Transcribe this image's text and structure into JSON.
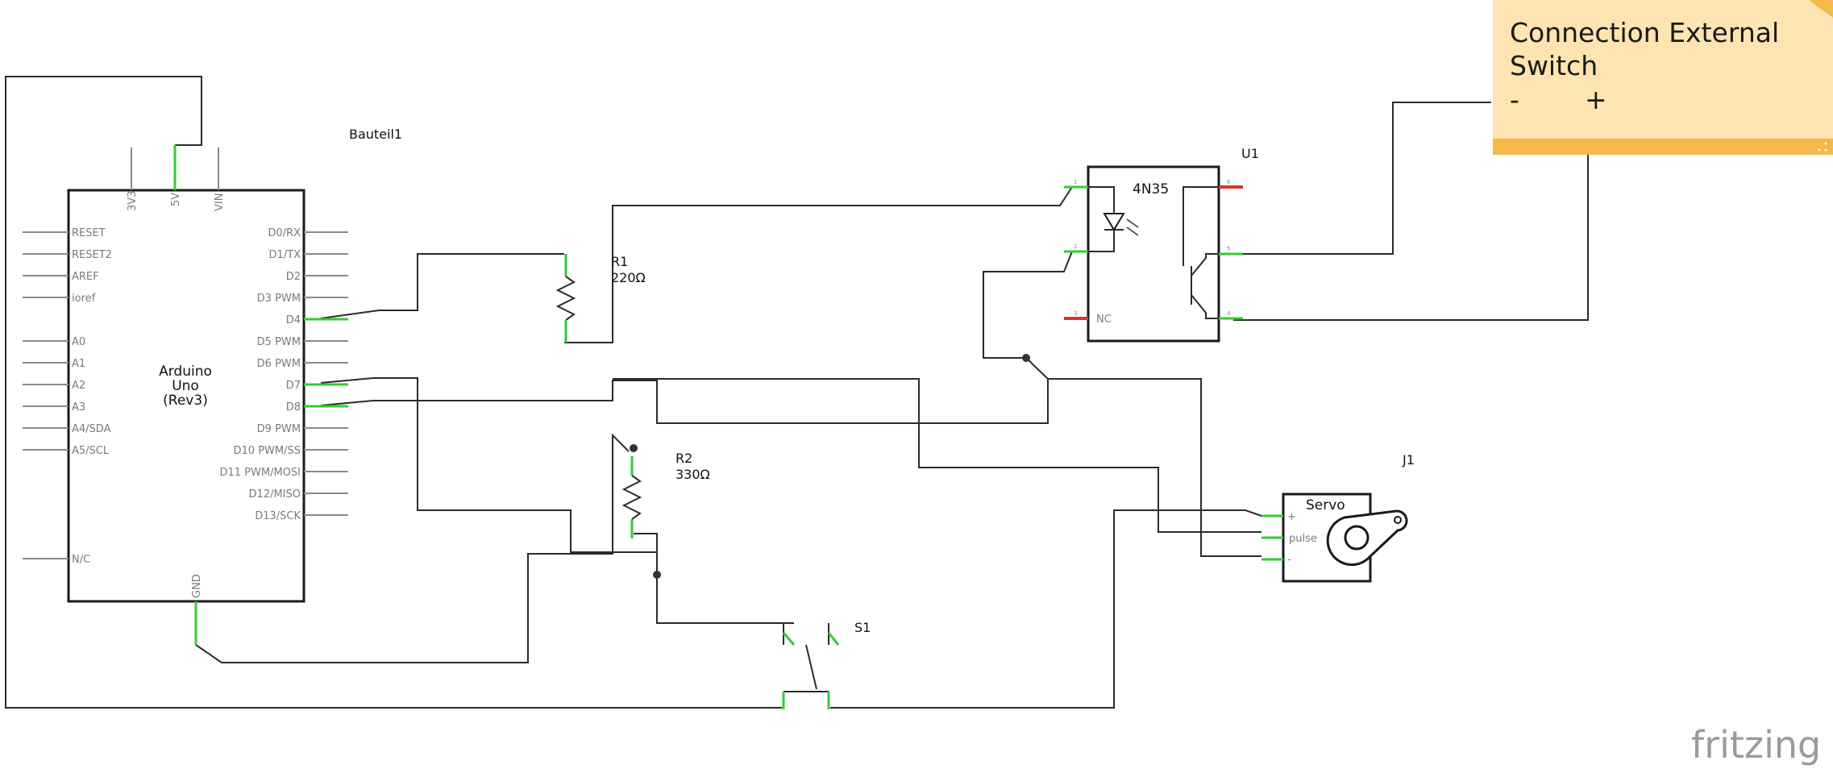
{
  "arduino": {
    "ref": "Bauteil1",
    "name_line1": "Arduino",
    "name_line2": "Uno",
    "name_line3": "(Rev3)",
    "top_pins": [
      "3V3",
      "5V",
      "VIN"
    ],
    "bottom_pin": "GND",
    "left_pins": [
      "RESET",
      "RESET2",
      "AREF",
      "ioref",
      "A0",
      "A1",
      "A2",
      "A3",
      "A4/SDA",
      "A5/SCL",
      "N/C"
    ],
    "right_pins": [
      "D0/RX",
      "D1/TX",
      "D2",
      "D3 PWM",
      "D4",
      "D5 PWM",
      "D6 PWM",
      "D7",
      "D8",
      "D9 PWM",
      "D10 PWM/SS",
      "D11 PWM/MOSI",
      "D12/MISO",
      "D13/SCK"
    ]
  },
  "r1": {
    "ref": "R1",
    "value": "220Ω"
  },
  "r2": {
    "ref": "R2",
    "value": "330Ω"
  },
  "s1": {
    "ref": "S1"
  },
  "u1": {
    "ref": "U1",
    "part": "4N35",
    "nc_label": "NC"
  },
  "j1": {
    "ref": "J1",
    "title": "Servo",
    "pins": [
      "+",
      "pulse",
      "-"
    ]
  },
  "note": {
    "line1": "Connection External",
    "line2": "Switch",
    "minus": "-",
    "plus": "+"
  },
  "branding": {
    "logo": "fritzing"
  },
  "colors": {
    "connected_pin": "#33cc33",
    "unconnected_pin": "#e03030",
    "note_bg": "#fde4b0",
    "note_bar": "#f5b84a"
  }
}
